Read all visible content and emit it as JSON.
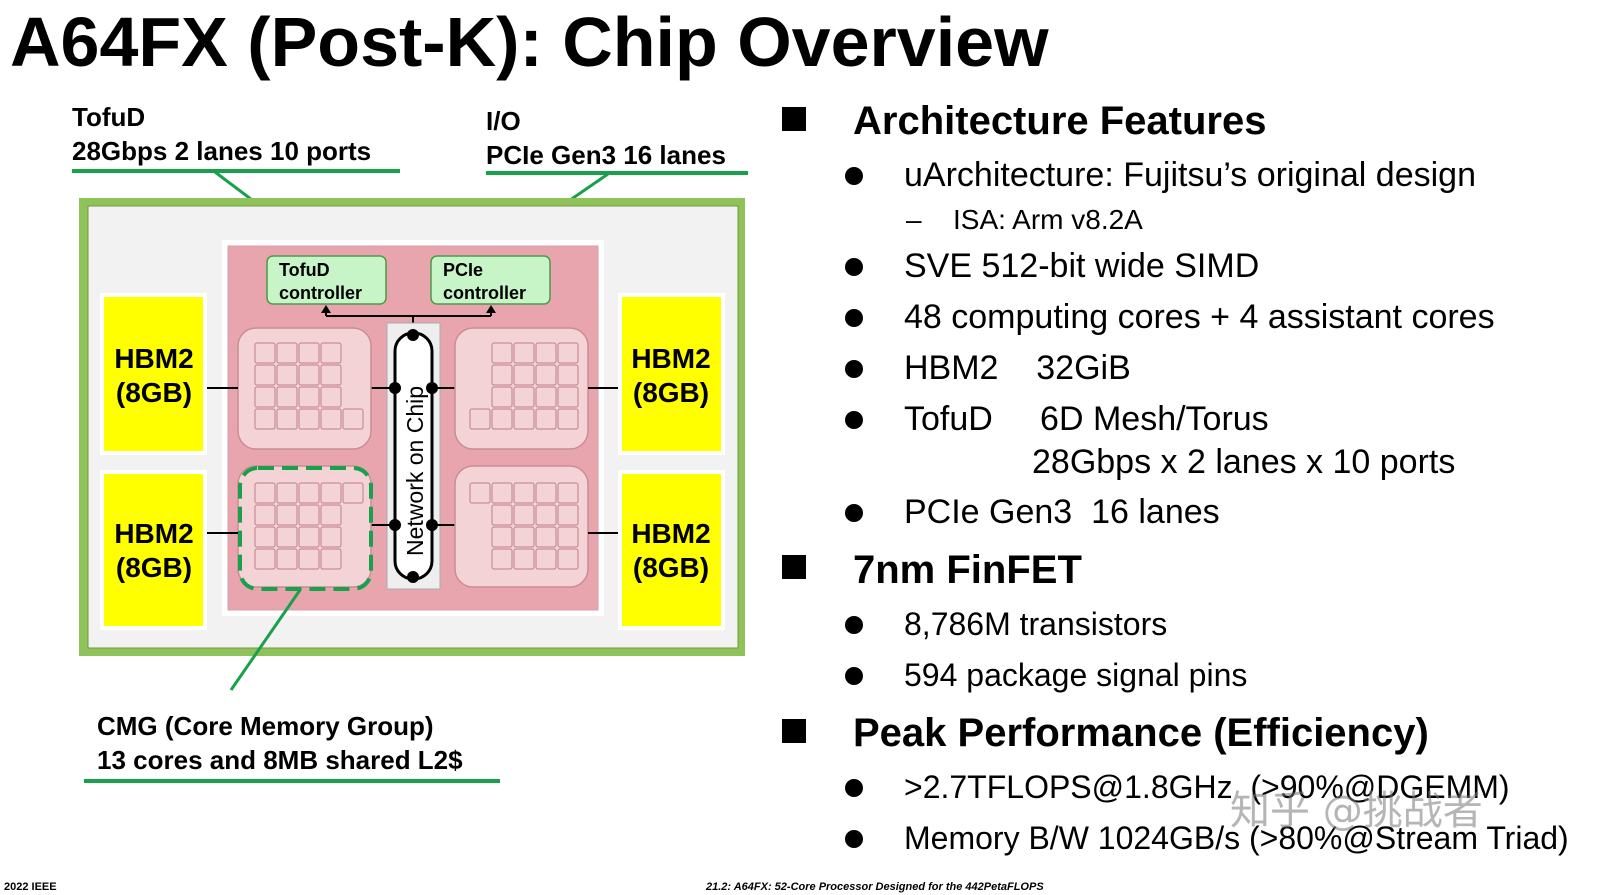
{
  "title": "A64FX (Post-K): Chip Overview",
  "diagram": {
    "tofud_callout": {
      "line1": "TofuD",
      "line2": "28Gbps 2 lanes 10 ports"
    },
    "io_callout": {
      "line1": "I/O",
      "line2": "PCIe Gen3 16 lanes"
    },
    "tofud_controller": {
      "line1": "TofuD",
      "line2": "controller"
    },
    "pcie_controller": {
      "line1": "PCIe",
      "line2": "controller"
    },
    "noc_label": "Network on Chip",
    "hbm": [
      {
        "line1": "HBM2",
        "line2": "(8GB)"
      },
      {
        "line1": "HBM2",
        "line2": "(8GB)"
      },
      {
        "line1": "HBM2",
        "line2": "(8GB)"
      },
      {
        "line1": "HBM2",
        "line2": "(8GB)"
      }
    ],
    "cmg_callout": {
      "line1": "CMG (Core Memory Group)",
      "line2": "13 cores and 8MB shared L2$"
    },
    "colors": {
      "accent_green": "#19a04b",
      "hbm_yellow": "#ffff00",
      "die_pink": "#e8a5ad",
      "controller_green": "#c8f5c8"
    }
  },
  "features": {
    "arch_heading": "Architecture Features",
    "arch_items": [
      {
        "text": "uArchitecture: Fujitsu’s original design"
      },
      {
        "text": "SVE 512-bit wide SIMD"
      },
      {
        "text": "48 computing cores + 4 assistant cores"
      },
      {
        "text": "HBM2    32GiB"
      },
      {
        "text": "TofuD     6D Mesh/Torus"
      },
      {
        "text": "PCIe Gen3  16 lanes"
      }
    ],
    "arch_sub": "ISA: Arm v8.2A",
    "tofud_cont": "28Gbps x 2 lanes x 10 ports",
    "fin_heading": "7nm FinFET",
    "fin_items": [
      {
        "text": "8,786M transistors"
      },
      {
        "text": "594 package signal pins"
      }
    ],
    "perf_heading": "Peak Performance (Efficiency)",
    "perf_items": [
      {
        "text": ">2.7TFLOPS@1.8GHz  (>90%@DGEMM)"
      },
      {
        "text": "Memory B/W 1024GB/s (>80%@Stream Triad)"
      }
    ]
  },
  "footer": {
    "left": "2022 IEEE",
    "center": "21.2: A64FX: 52-Core Processor Designed for the 442PetaFLOPS"
  },
  "watermark": "知乎 @挑战者"
}
